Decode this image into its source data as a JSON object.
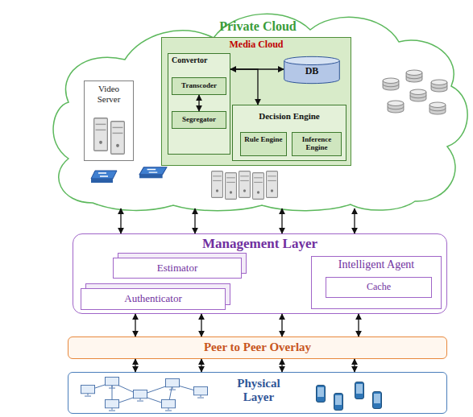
{
  "diagram": {
    "nodes": [
      {
        "text": [
          "Private Cloud"
        ]
      },
      {
        "text": [
          "Video Server"
        ],
        "in": 0
      },
      {
        "text": [
          "Media Cloud"
        ],
        "in": 0
      },
      {
        "text": [
          "Convertor"
        ],
        "in": 2
      },
      {
        "text": [
          "Transcoder"
        ],
        "in": 3
      },
      {
        "text": [
          "Segregator"
        ],
        "in": 3
      },
      {
        "text": [
          "DB"
        ],
        "in": 2
      },
      {
        "text": [
          "Decision Engine"
        ],
        "in": 2
      },
      {
        "text": [
          "Rule Engine"
        ],
        "in": 7
      },
      {
        "text": [
          "Inference Engine"
        ],
        "in": 7
      },
      {
        "text": [
          "Management Layer"
        ]
      },
      {
        "text": [
          "Estimator"
        ],
        "in": 10
      },
      {
        "text": [
          "Authenticator"
        ],
        "in": 10
      },
      {
        "text": [
          "Intelligent Agent"
        ],
        "in": 10
      },
      {
        "text": [
          "Cache"
        ],
        "in": 13
      },
      {
        "text": [
          "Peer to Peer Overlay"
        ]
      },
      {
        "text": [
          "Physical Layer"
        ]
      }
    ],
    "edges": [
      {
        "from": 3,
        "to": 6,
        "arrow": "both"
      },
      {
        "from": 3,
        "to": 7,
        "arrow": "to"
      },
      {
        "from": 4,
        "to": 5,
        "arrow": "both"
      },
      {
        "from": 0,
        "to": 10,
        "arrow": "both"
      },
      {
        "from": 0,
        "to": 10,
        "arrow": "both"
      },
      {
        "from": 0,
        "to": 10,
        "arrow": "both"
      },
      {
        "from": 0,
        "to": 10,
        "arrow": "both"
      },
      {
        "from": 10,
        "to": 15,
        "arrow": "both"
      },
      {
        "from": 10,
        "to": 15,
        "arrow": "both"
      },
      {
        "from": 10,
        "to": 15,
        "arrow": "both"
      },
      {
        "from": 10,
        "to": 15,
        "arrow": "both"
      },
      {
        "from": 15,
        "to": 16,
        "arrow": "both"
      },
      {
        "from": 15,
        "to": 16,
        "arrow": "both"
      },
      {
        "from": 15,
        "to": 16,
        "arrow": "both"
      },
      {
        "from": 15,
        "to": 16,
        "arrow": "both"
      }
    ]
  }
}
